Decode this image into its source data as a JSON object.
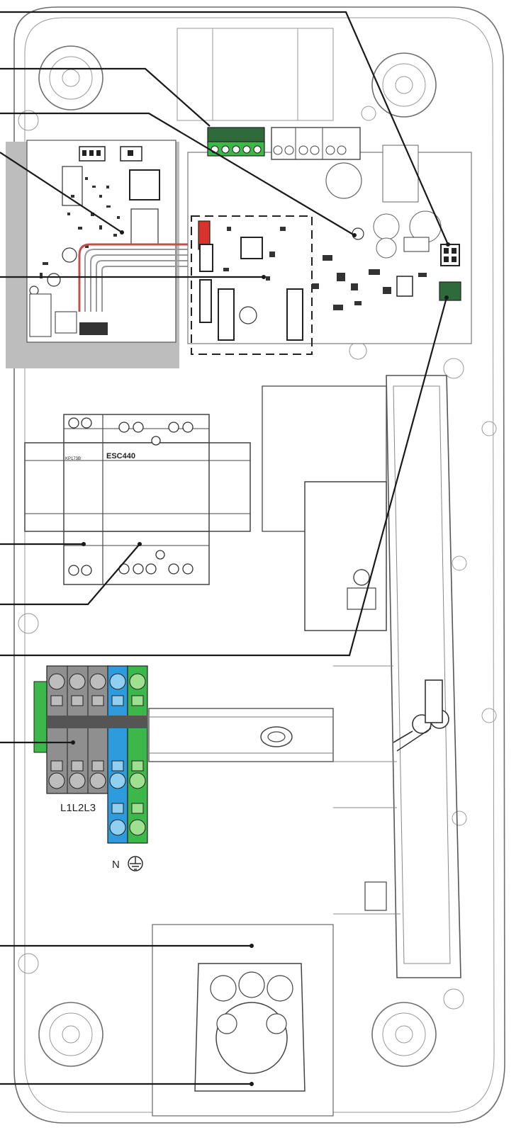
{
  "labels": {
    "meter": "ESC440",
    "meter_small": "KP173B",
    "phases": "L1L2L3",
    "neutral": "N"
  },
  "colors": {
    "pcb_gray": "#bdbdbd",
    "terminal_green": "#3cb84a",
    "terminal_dark_green": "#2f6b3a",
    "terminal_blue": "#2e9bdc",
    "terminal_gray": "#8f8f8f",
    "connector_red": "#d9332e",
    "ribbon_red": "#c0504d"
  },
  "icons": [
    "ground-icon",
    "key-icon"
  ]
}
